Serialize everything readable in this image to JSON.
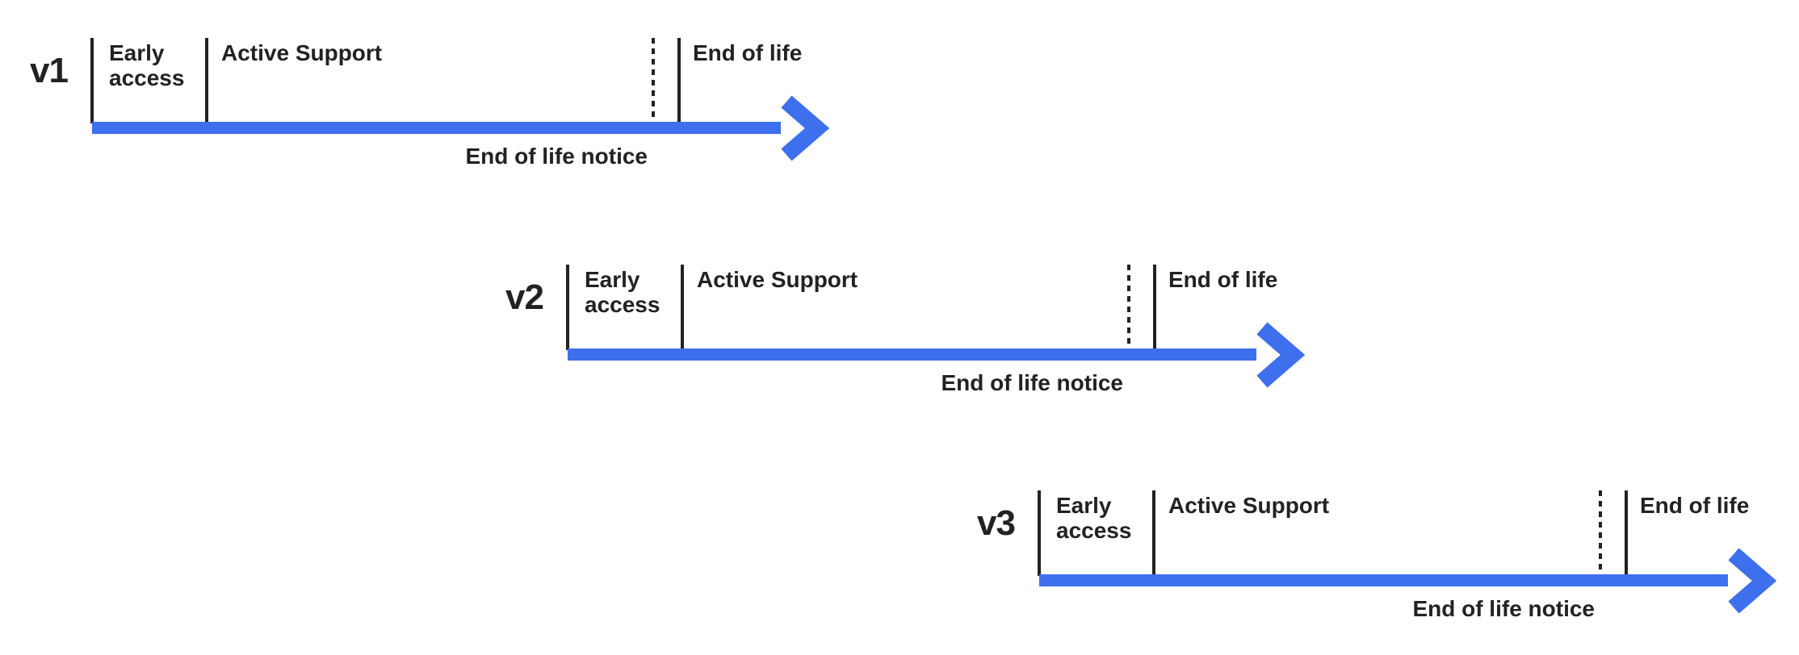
{
  "colors": {
    "arrow": "#3E6FED",
    "ink": "#222222"
  },
  "timelines": [
    {
      "version": "v1",
      "phases": [
        "Early access",
        "Active Support",
        "End of life"
      ],
      "notice": "End of life notice"
    },
    {
      "version": "v2",
      "phases": [
        "Early access",
        "Active Support",
        "End of life"
      ],
      "notice": "End of life notice"
    },
    {
      "version": "v3",
      "phases": [
        "Early access",
        "Active Support",
        "End of life"
      ],
      "notice": "End of life notice"
    }
  ]
}
